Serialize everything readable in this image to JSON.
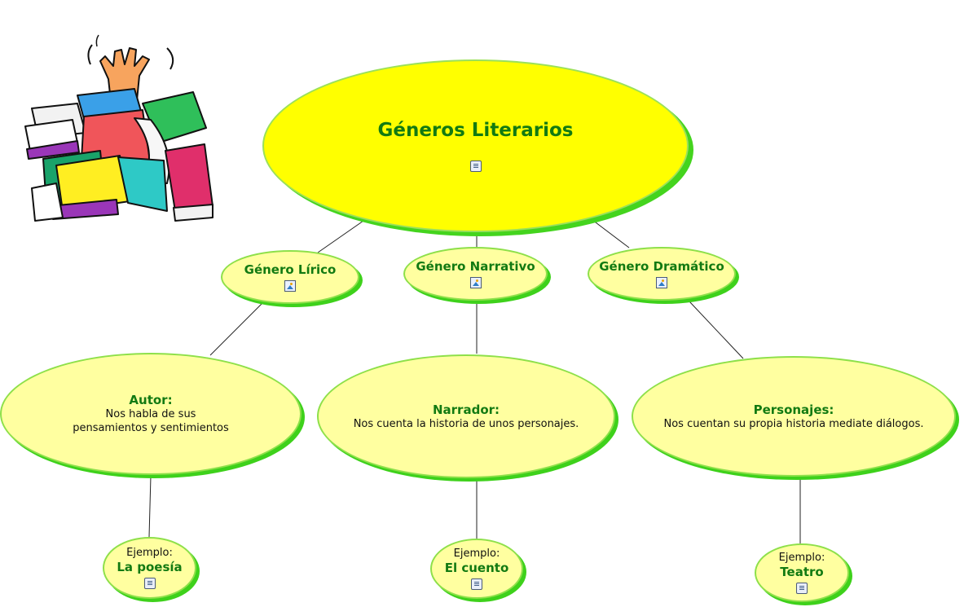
{
  "root": {
    "title": "Géneros Literarios",
    "icon": "document-icon"
  },
  "genres": [
    {
      "title": "Género Lírico",
      "icon": "image-icon"
    },
    {
      "title": "Género Narrativo",
      "icon": "image-icon"
    },
    {
      "title": "Género Dramático",
      "icon": "image-icon"
    }
  ],
  "descriptions": [
    {
      "title": "Autor:",
      "line1": "Nos habla de sus",
      "line2": "pensamientos y sentimientos"
    },
    {
      "title": "Narrador:",
      "line1": "Nos cuenta la historia de unos personajes.",
      "line2": ""
    },
    {
      "title": "Personajes:",
      "line1": "Nos cuentan su propia historia mediate diálogos.",
      "line2": ""
    }
  ],
  "examples": [
    {
      "label": "Ejemplo:",
      "title": "La poesía",
      "icon": "document-icon"
    },
    {
      "label": "Ejemplo:",
      "title": "El cuento",
      "icon": "document-icon"
    },
    {
      "label": "Ejemplo:",
      "title": "Teatro",
      "icon": "document-icon"
    }
  ],
  "colors": {
    "root_fill": "#ffff00",
    "node_fill": "#ffffa0",
    "title_text": "#127a12",
    "node_shadow": "#3ed11b",
    "node_border": "#8ee04a"
  },
  "illustration": "stack-of-books-clipart"
}
